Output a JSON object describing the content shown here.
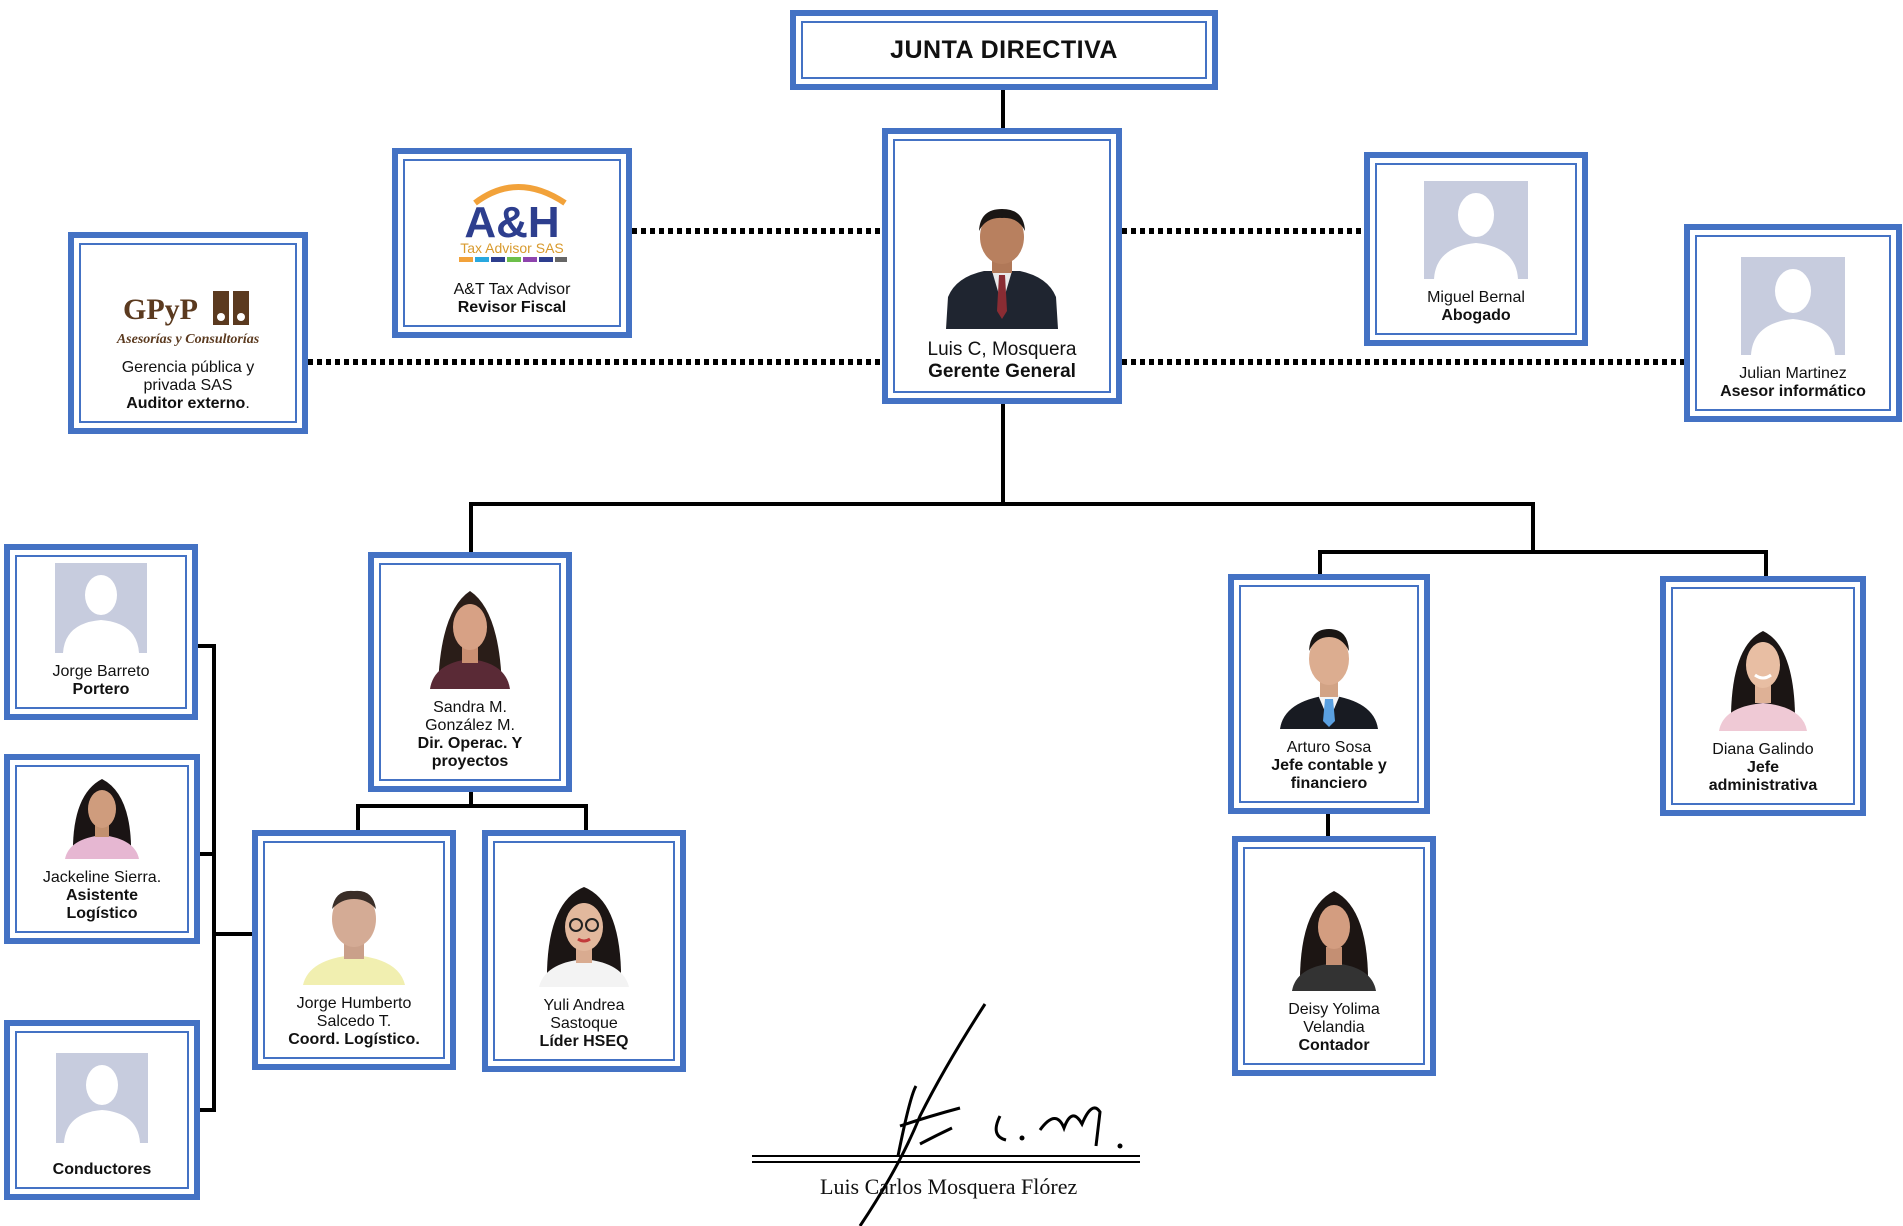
{
  "title": "JUNTA DIRECTIVA",
  "colors": {
    "box_border": "#4472C4",
    "line": "#000000",
    "avatar_bg": "#C7CCDE"
  },
  "gerente": {
    "name": "Luis C, Mosquera",
    "role": "Gerente General",
    "photo": "man-in-suit-photo"
  },
  "revisor": {
    "name": "A&T Tax Advisor",
    "role": "Revisor Fiscal",
    "logo_text": "A&H",
    "logo_sub": "Tax Advisor SAS"
  },
  "auditor": {
    "name": "Gerencia pública y privada SAS",
    "role": "Auditor externo",
    "role_suffix": ".",
    "logo_text": "GPyP",
    "logo_sub": "Asesorías y Consultorías"
  },
  "abogado": {
    "name": "Miguel Bernal",
    "role": "Abogado",
    "photo": "placeholder-avatar"
  },
  "asesor": {
    "name": "Julian Martinez",
    "role": "Asesor informático",
    "photo": "placeholder-avatar"
  },
  "director": {
    "name": "Sandra M. González M.",
    "role": "Dir. Operac. Y proyectos",
    "photo": "woman-photo"
  },
  "coord_logistico": {
    "name": "Jorge Humberto Salcedo T.",
    "role": "Coord. Logístico.",
    "photo": "man-photo"
  },
  "lider_hseq": {
    "name": "Yuli Andrea Sastoque",
    "role": "Líder HSEQ",
    "photo": "woman-with-glasses-photo"
  },
  "portero": {
    "name": "Jorge Barreto",
    "role": "Portero",
    "photo": "placeholder-avatar"
  },
  "asistente": {
    "name": "Jackeline Sierra.",
    "role": "Asistente Logístico",
    "photo": "woman-photo"
  },
  "conductores": {
    "name": "",
    "role": "Conductores",
    "photo": "placeholder-avatar"
  },
  "jefe_contable": {
    "name": "Arturo Sosa",
    "role": "Jefe contable y financiero",
    "photo": "man-in-suit-photo"
  },
  "contador": {
    "name": "Deisy Yolima Velandia",
    "role": "Contador",
    "photo": "woman-photo"
  },
  "jefe_admin": {
    "name": "Diana Galindo",
    "role": "Jefe administrativa",
    "photo": "woman-photo"
  },
  "signature": {
    "name": "Luis Carlos Mosquera Flórez"
  }
}
